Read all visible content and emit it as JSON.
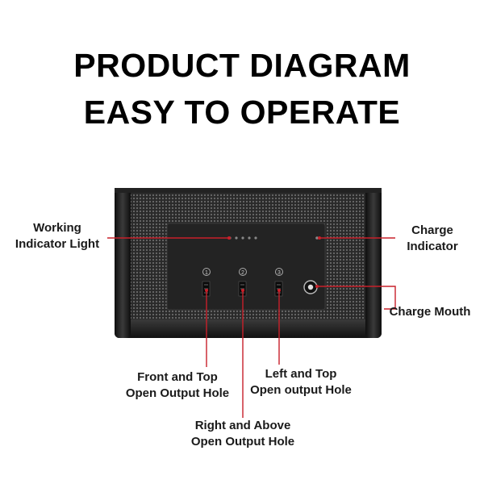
{
  "title_line1": "PRODUCT DIAGRAM",
  "title_line2": "EASY TO OPERATE",
  "labels": {
    "working_indicator": [
      "Working",
      "Indicator Light"
    ],
    "charge_indicator": [
      "Charge",
      "Indicator"
    ],
    "charge_mouth": "Charge Mouth",
    "front_top": [
      "Front and Top",
      "Open Output Hole"
    ],
    "left_top": [
      "Left and Top",
      "Open output Hole"
    ],
    "right_above": [
      "Right and Above",
      "Open Output Hole"
    ]
  },
  "port_numbers": [
    "1",
    "2",
    "3"
  ],
  "colors": {
    "leader_line": "#c8202a",
    "device_body": "#1b1b1b",
    "grille": "#5a5a5a",
    "panel": "#262626"
  }
}
